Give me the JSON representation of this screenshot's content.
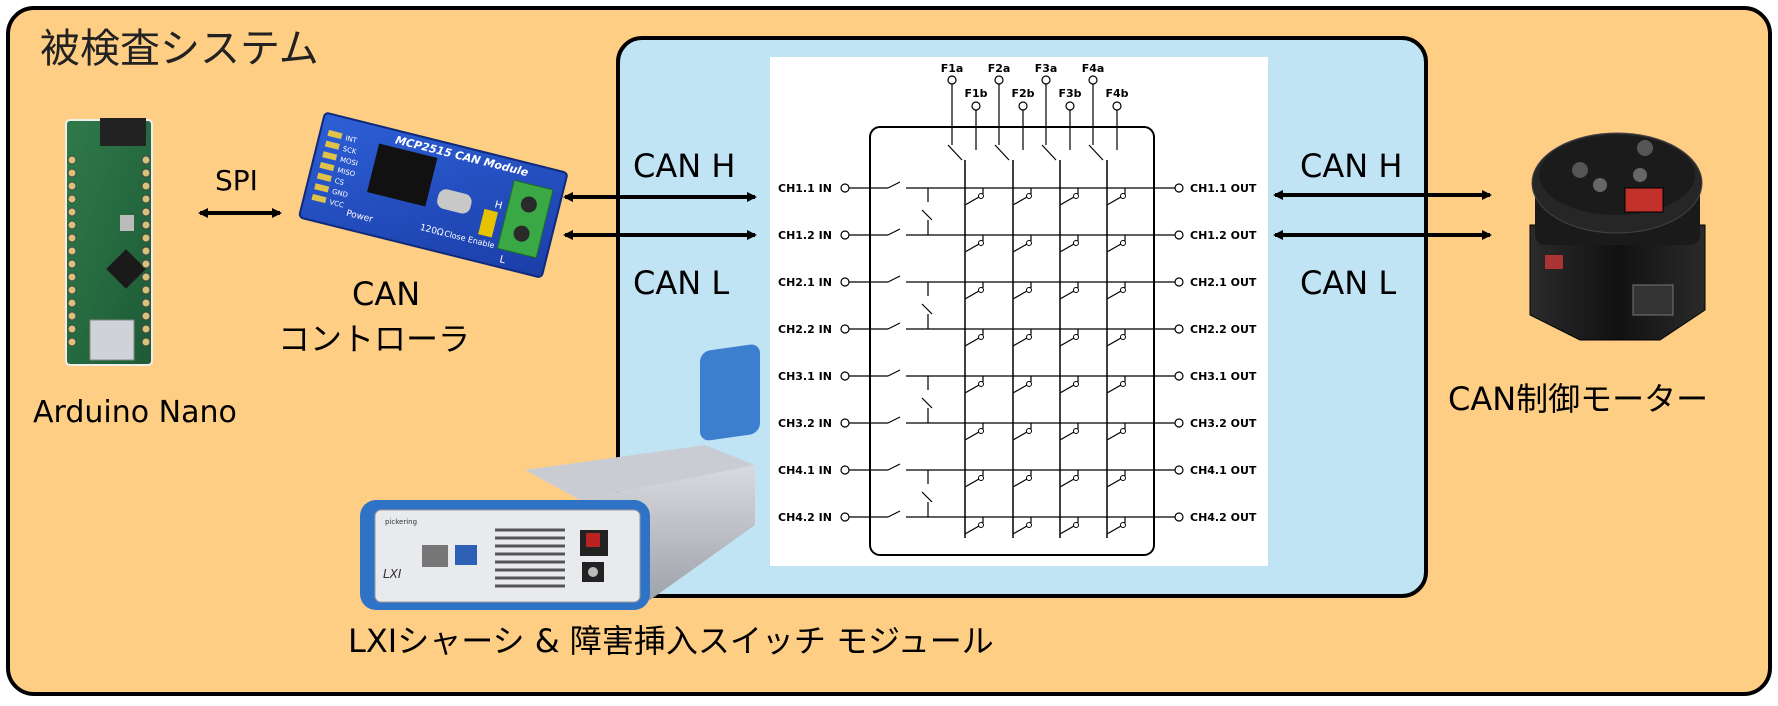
{
  "diagram": {
    "outer_title": "被検査システム",
    "spi_label": "SPI",
    "arduino_label": "Arduino Nano",
    "can_controller_label_line1": "CAN",
    "can_controller_label_line2": "コントローラ",
    "left_bus": {
      "high": "CAN H",
      "low": "CAN L"
    },
    "right_bus": {
      "high": "CAN H",
      "low": "CAN L"
    },
    "motor_label": "CAN制御モーター",
    "chassis_label": "LXIシャーシ & 障害挿入スイッチ モジュール",
    "fault_top_labels": [
      "F1a",
      "F2a",
      "F3a",
      "F4a"
    ],
    "fault_bottom_labels": [
      "F1b",
      "F2b",
      "F3b",
      "F4b"
    ],
    "inputs": [
      "CH1.1 IN",
      "CH1.2 IN",
      "CH2.1 IN",
      "CH2.2 IN",
      "CH3.1 IN",
      "CH3.2 IN",
      "CH4.1 IN",
      "CH4.2 IN"
    ],
    "outputs": [
      "CH1.1 OUT",
      "CH1.2 OUT",
      "CH2.1 OUT",
      "CH2.2 OUT",
      "CH3.1 OUT",
      "CH3.2 OUT",
      "CH4.1 OUT",
      "CH4.2 OUT"
    ],
    "board_text": {
      "module_title": "MCP2515 CAN Module",
      "pins": [
        "INT",
        "SCK",
        "MOSI",
        "MISO",
        "CS",
        "GND",
        "VCC"
      ],
      "power": "Power",
      "resistor": "120Ω",
      "close_enable": "Close Enable",
      "terminal_h": "H",
      "terminal_l": "L"
    },
    "chassis_text": {
      "lxi": "LXI",
      "pickering": "pickering"
    },
    "colors": {
      "outer_fill": "#ffce85",
      "inner_fill": "#c1e4f5",
      "border": "#000000",
      "switch_bg": "#ffffff",
      "arrow": "#000000"
    }
  }
}
